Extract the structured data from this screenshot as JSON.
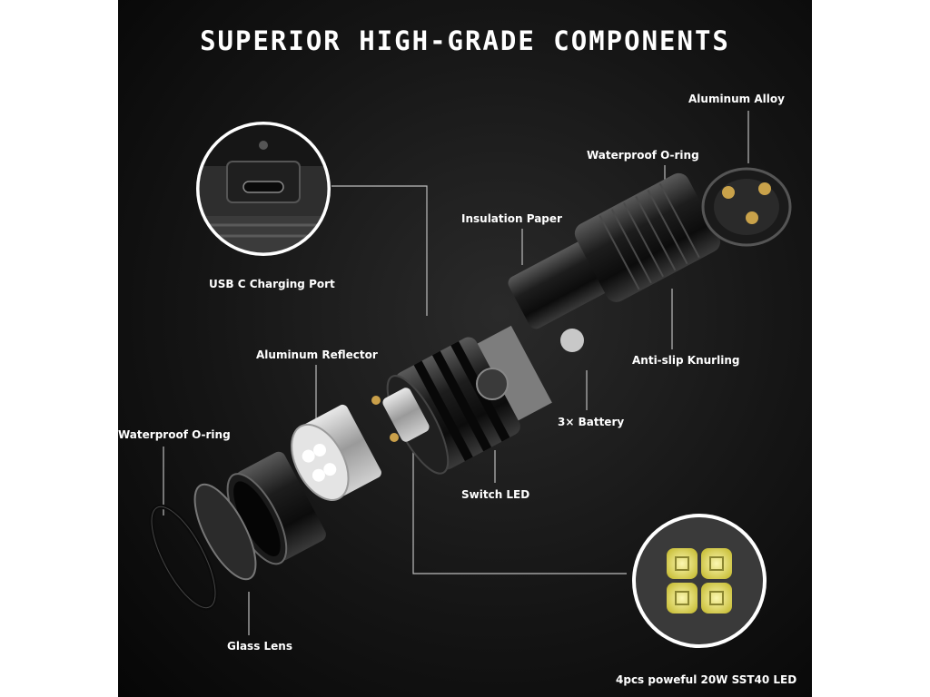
{
  "title": "SUPERIOR HIGH-GRADE COMPONENTS",
  "labels": {
    "aluminum_alloy": "Aluminum Alloy",
    "waterproof_oring_top": "Waterproof O-ring",
    "insulation_paper": "Insulation Paper",
    "usb_c_port": "USB C Charging Port",
    "aluminum_reflector": "Aluminum Reflector",
    "anti_slip_knurling": "Anti-slip Knurling",
    "waterproof_oring_left": "Waterproof O-ring",
    "battery": "3× Battery",
    "switch_led": "Switch LED",
    "glass_lens": "Glass Lens",
    "led": "4pcs poweful 20W SST40 LED"
  },
  "colors": {
    "background": "#111111",
    "text": "#ffffff",
    "leader_line": "#bdbdbd",
    "led_yellow": "#e8e06a"
  }
}
